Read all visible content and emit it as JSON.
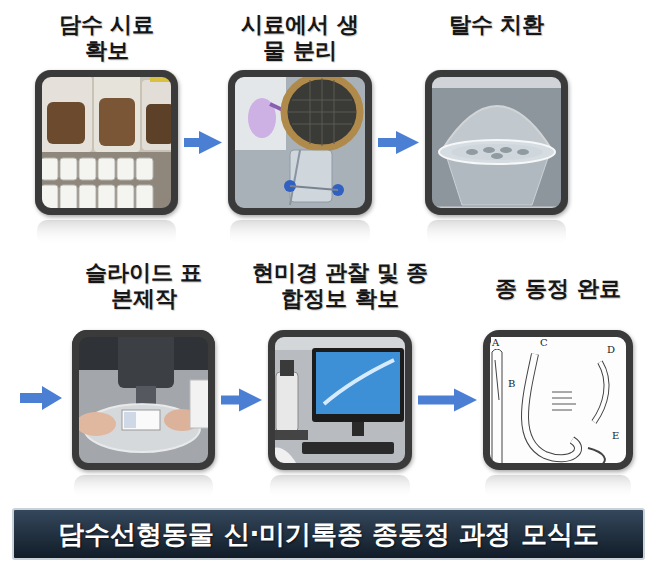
{
  "diagram": {
    "caption": "담수선형동물 신·미기록종 종동정 과정 모식도",
    "nodes": [
      {
        "text": [
          "담수 시료 확보"
        ]
      },
      {
        "text": [
          "시료에서 생물 분리"
        ]
      },
      {
        "text": [
          "탈수 치환"
        ]
      },
      {
        "text": [
          "슬라이드 표본제작"
        ]
      },
      {
        "text": [
          "현미경 관찰 및 종합정보 확보"
        ]
      },
      {
        "text": [
          "종 동정 완료"
        ]
      }
    ],
    "edges": [
      {
        "from": 0,
        "to": 1,
        "arrow": "to"
      },
      {
        "from": 1,
        "to": 2,
        "arrow": "to"
      },
      {
        "from": 3,
        "to": 4,
        "arrow": "to"
      },
      {
        "from": 4,
        "to": 5,
        "arrow": "to"
      }
    ],
    "labels": [
      "A",
      "C",
      "D",
      "B",
      "E"
    ]
  }
}
